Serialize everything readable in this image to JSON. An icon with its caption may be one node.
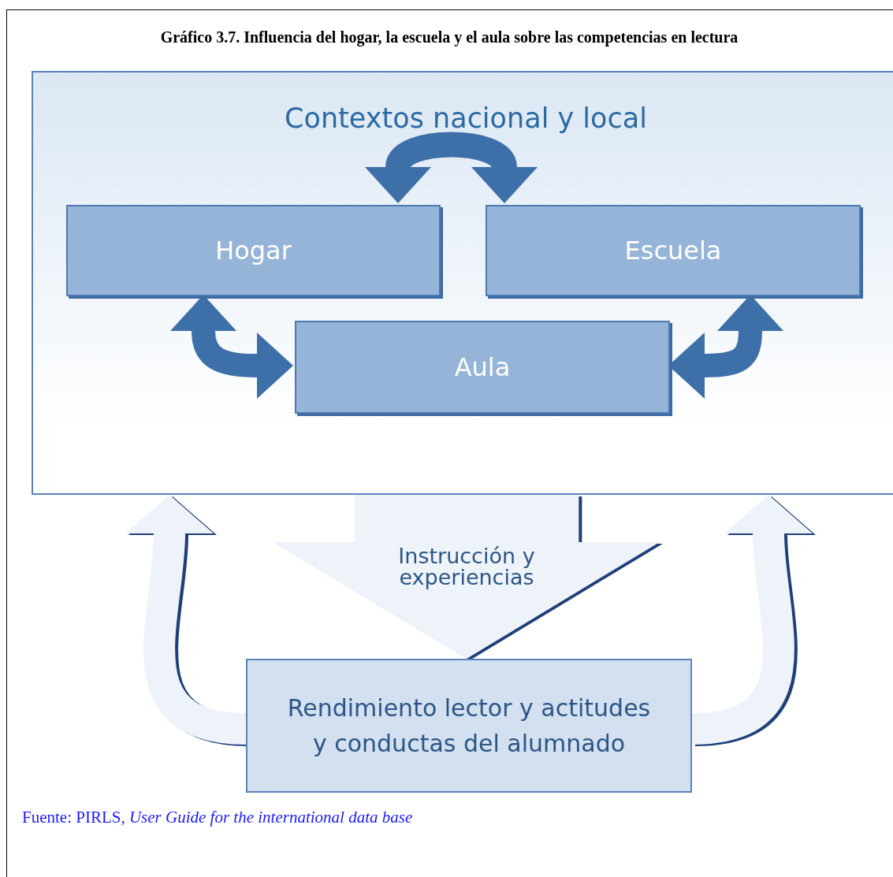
{
  "diagram": {
    "title": "Gráfico 3.7. Influencia del hogar, la escuela y el aula sobre las competencias en lectura",
    "caption": "Fuente: PIRLS, *User Guide for the international data base*",
    "nodes": [
      {
        "text": [
          "Contextos nacional y local"
        ]
      },
      {
        "text": [
          "Hogar"
        ],
        "in": 0
      },
      {
        "text": [
          "Escuela"
        ],
        "in": 0
      },
      {
        "text": [
          "Aula"
        ],
        "in": 0
      },
      {
        "text": [
          "Rendimiento lector y actitudes y conductas del alumnado"
        ]
      }
    ],
    "edges": [
      {
        "from": 1,
        "to": 2,
        "arrow": "both"
      },
      {
        "from": 1,
        "to": 3,
        "arrow": "both"
      },
      {
        "from": 2,
        "to": 3,
        "arrow": "both"
      },
      {
        "from": 0,
        "to": 4,
        "arrow": "to",
        "label": "Instrucción y experiencias",
        "style": "thick",
        "color": "#eef3fa"
      },
      {
        "from": 4,
        "to": 0,
        "arrow": "to",
        "color": "#eef3fa"
      },
      {
        "from": 4,
        "to": 0,
        "arrow": "to",
        "color": "#eef3fa"
      }
    ]
  }
}
